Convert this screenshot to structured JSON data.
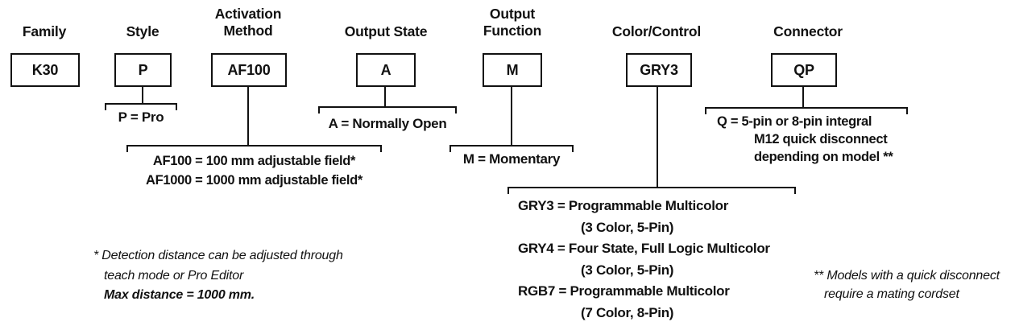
{
  "diagram": {
    "columns": [
      {
        "label": "Family",
        "code": "K30"
      },
      {
        "label": "Style",
        "code": "P"
      },
      {
        "label": "Activation Method",
        "code": "AF100"
      },
      {
        "label": "Output State",
        "code": "A"
      },
      {
        "label": "Output Function",
        "code": "M"
      },
      {
        "label": "Color/Control",
        "code": "GRY3"
      },
      {
        "label": "Connector",
        "code": "QP"
      }
    ],
    "notes": {
      "style": "P = Pro",
      "activation": {
        "line1": "AF100 = 100 mm adjustable field*",
        "line2": "AF1000 = 1000 mm adjustable field*"
      },
      "output_state": "A = Normally Open",
      "output_function": "M = Momentary",
      "connector": {
        "line1": "Q = 5-pin or 8-pin integral",
        "line2": "M12 quick disconnect",
        "line3": "depending on model **"
      },
      "color_control": [
        {
          "main": "GRY3 = Programmable Multicolor",
          "sub": "(3 Color, 5-Pin)"
        },
        {
          "main": "GRY4 = Four State, Full Logic Multicolor",
          "sub": "(3 Color, 5-Pin)"
        },
        {
          "main": "RGB7 = Programmable Multicolor",
          "sub": "(7 Color, 8-Pin)"
        }
      ]
    },
    "footnotes": {
      "one": {
        "marker": "*",
        "line1": "Detection distance can be adjusted through",
        "line2": "teach mode or Pro Editor",
        "line3": "Max distance = 1000 mm."
      },
      "two": {
        "marker": "**",
        "line1": "Models with a quick disconnect",
        "line2": "require a mating cordset"
      }
    },
    "colors": {
      "text": "#111111",
      "line": "#111111",
      "background": "#ffffff"
    }
  }
}
